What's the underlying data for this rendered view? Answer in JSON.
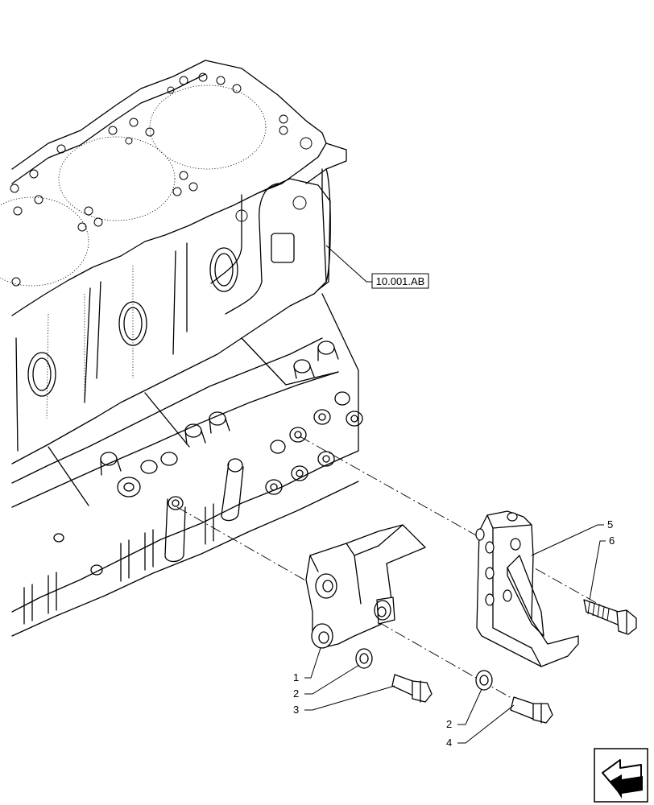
{
  "reference_label": "10.001.AB",
  "callouts": [
    "1",
    "2",
    "3",
    "5",
    "6",
    "2",
    "4"
  ],
  "icons": {
    "nav": "next-page-arrow-icon"
  }
}
